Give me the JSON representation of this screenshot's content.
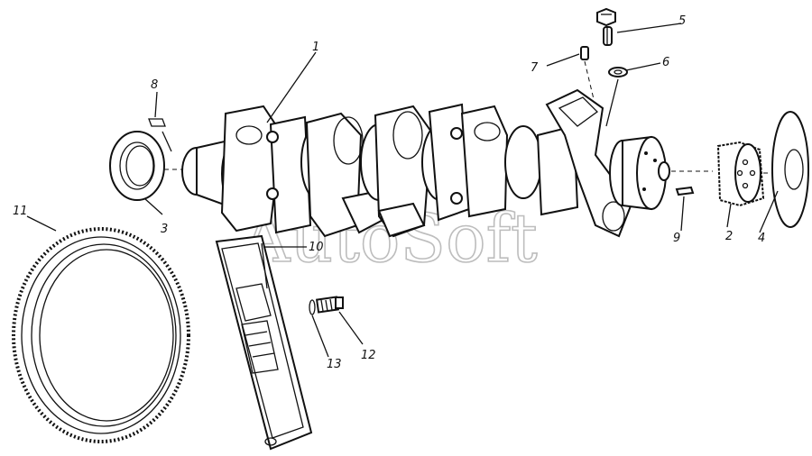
{
  "callouts": [
    {
      "id": "c1",
      "text": "1"
    },
    {
      "id": "c2",
      "text": "2"
    },
    {
      "id": "c3",
      "text": "3"
    },
    {
      "id": "c4",
      "text": "4"
    },
    {
      "id": "c5",
      "text": "5"
    },
    {
      "id": "c6",
      "text": "6"
    },
    {
      "id": "c7",
      "text": "7"
    },
    {
      "id": "c8",
      "text": "8"
    },
    {
      "id": "c9",
      "text": "9"
    },
    {
      "id": "c10",
      "text": "10"
    },
    {
      "id": "c11",
      "text": "11"
    },
    {
      "id": "c12",
      "text": "12"
    },
    {
      "id": "c13",
      "text": "13"
    }
  ],
  "watermark": "AutoSoft"
}
